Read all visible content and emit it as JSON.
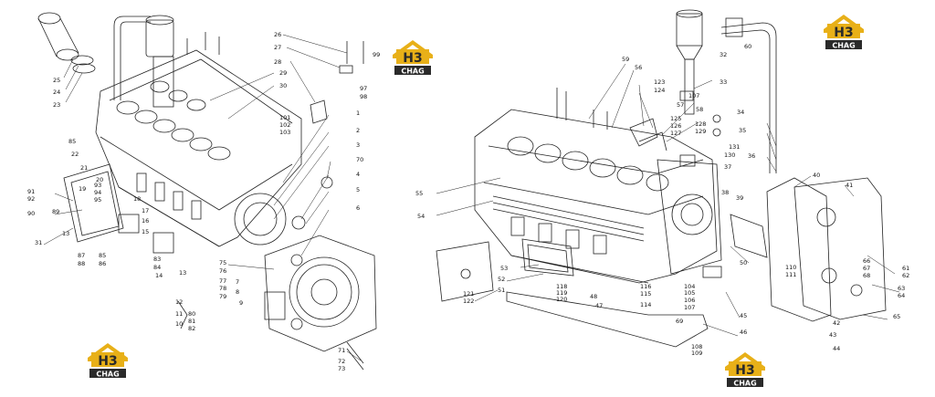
{
  "logo": {
    "top_text": "H3",
    "bottom_text": "CHAG",
    "colors": {
      "roof": "#e8b018",
      "dark": "#2a2a2a",
      "text": "#ffffff"
    }
  },
  "left_callouts": [
    "25",
    "24",
    "23",
    "26",
    "27",
    "28",
    "99",
    "97",
    "98",
    "29",
    "30",
    "101",
    "102",
    "103",
    "1",
    "2",
    "3",
    "70",
    "4",
    "5",
    "6",
    "85",
    "22",
    "21",
    "20",
    "19",
    "91",
    "92",
    "93",
    "94",
    "95",
    "18",
    "90",
    "89",
    "31",
    "13",
    "17",
    "16",
    "15",
    "87",
    "88",
    "85",
    "86",
    "83",
    "84",
    "14",
    "13",
    "75",
    "76",
    "77",
    "78",
    "79",
    "7",
    "8",
    "9",
    "12",
    "11",
    "10",
    "80",
    "81",
    "82",
    "71",
    "72",
    "73"
  ],
  "right_callouts": [
    "32",
    "60",
    "33",
    "59",
    "56",
    "123",
    "124",
    "107",
    "58",
    "125",
    "126",
    "127",
    "128",
    "129",
    "57",
    "131",
    "130",
    "37",
    "34",
    "35",
    "36",
    "55",
    "54",
    "38",
    "39",
    "40",
    "41",
    "53",
    "52",
    "51",
    "121",
    "122",
    "118",
    "119",
    "120",
    "48",
    "47",
    "116",
    "115",
    "114",
    "104",
    "105",
    "106",
    "107",
    "50",
    "45",
    "69",
    "46",
    "108",
    "109",
    "66",
    "67",
    "68",
    "61",
    "62",
    "63",
    "64",
    "65",
    "42",
    "43",
    "44",
    "110",
    "111"
  ]
}
